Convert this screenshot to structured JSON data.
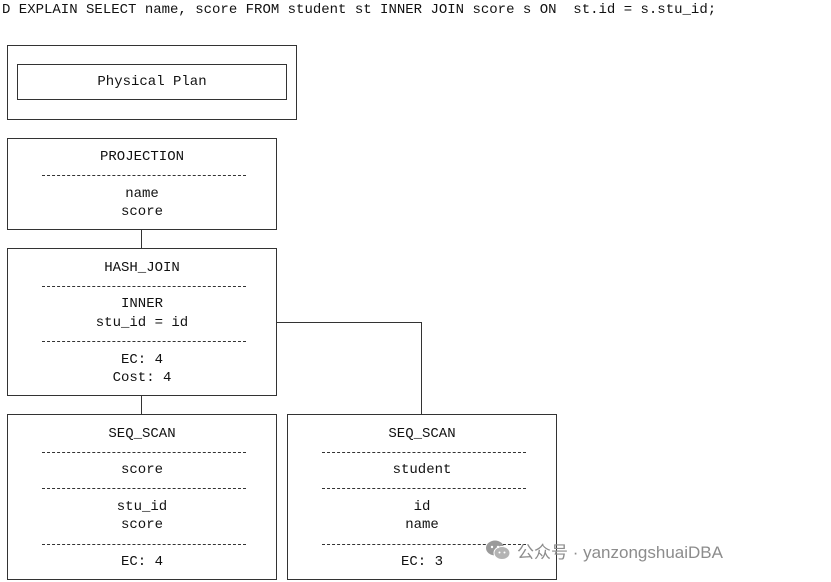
{
  "command": "D EXPLAIN SELECT name, score FROM student st INNER JOIN score s ON  st.id = s.stu_id;",
  "plan_header": {
    "title": "Physical Plan"
  },
  "projection": {
    "title": "PROJECTION",
    "fields": [
      "name",
      "score"
    ]
  },
  "hash_join": {
    "title": "HASH_JOIN",
    "join_type": "INNER",
    "condition": "stu_id = id",
    "ec": "EC: 4",
    "cost": "Cost: 4"
  },
  "seq_scan_left": {
    "title": "SEQ_SCAN",
    "table": "score",
    "columns": [
      "stu_id",
      "score"
    ],
    "ec": "EC: 4"
  },
  "seq_scan_right": {
    "title": "SEQ_SCAN",
    "table": "student",
    "columns": [
      "id",
      "name"
    ],
    "ec": "EC: 3"
  },
  "watermark": {
    "text": "公众号 · yanzongshuaiDBA",
    "icon": "wechat-icon"
  },
  "colors": {
    "line": "#333333",
    "watermark": "#8c8c8c"
  }
}
